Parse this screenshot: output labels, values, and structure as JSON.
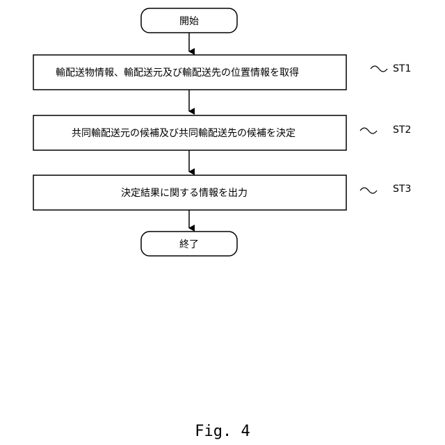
{
  "diagram": {
    "start": "開始",
    "steps": [
      {
        "text": "輸配送物情報、輸配送元及び輸配送先の位置情報を取得",
        "label": "ST1"
      },
      {
        "text": "共同輸配送元の候補及び共同輸配送先の候補を決定",
        "label": "ST2"
      },
      {
        "text": "決定結果に関する情報を出力",
        "label": "ST3"
      }
    ],
    "end": "終了"
  },
  "caption": "Fig. 4"
}
